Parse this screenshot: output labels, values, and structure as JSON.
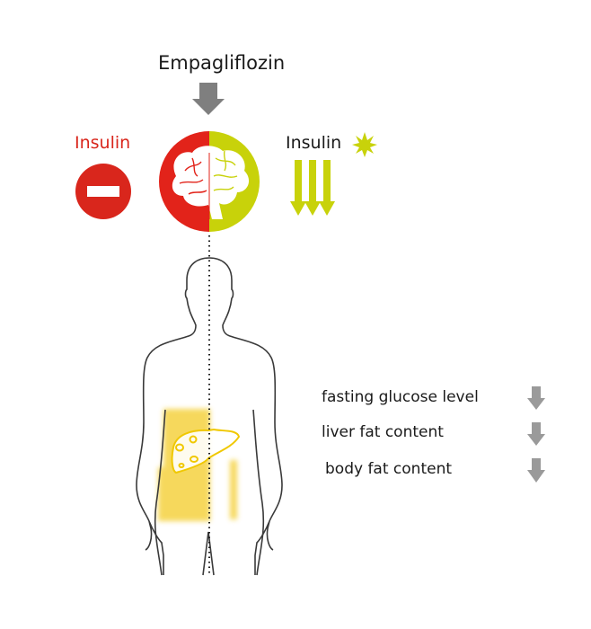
{
  "drug": {
    "label": "Empagliflozin"
  },
  "insulin_left": {
    "label": "Insulin",
    "state": "blocked",
    "icon": "no-entry-icon",
    "color": "#d9261c"
  },
  "insulin_right": {
    "label": "Insulin",
    "state": "increased",
    "icon": "burst-icon",
    "color": "#c8d20a"
  },
  "brain": {
    "icon": "brain-icon",
    "left_color": "#e2231a",
    "right_color": "#c8d20a"
  },
  "body": {
    "icon": "human-body-outline",
    "fat_color": "#f5d240",
    "liver_color": "#f0c800"
  },
  "effects": [
    {
      "label": "fasting glucose level",
      "direction": "down",
      "icon": "down-arrow-icon"
    },
    {
      "label": "liver fat content",
      "direction": "down",
      "icon": "down-arrow-icon"
    },
    {
      "label": "body fat content",
      "direction": "down",
      "icon": "down-arrow-icon"
    }
  ],
  "colors": {
    "arrow_gray": "#7f7f7f",
    "small_arrow_gray": "#9a9a9a",
    "outline": "#3a3a3a"
  }
}
